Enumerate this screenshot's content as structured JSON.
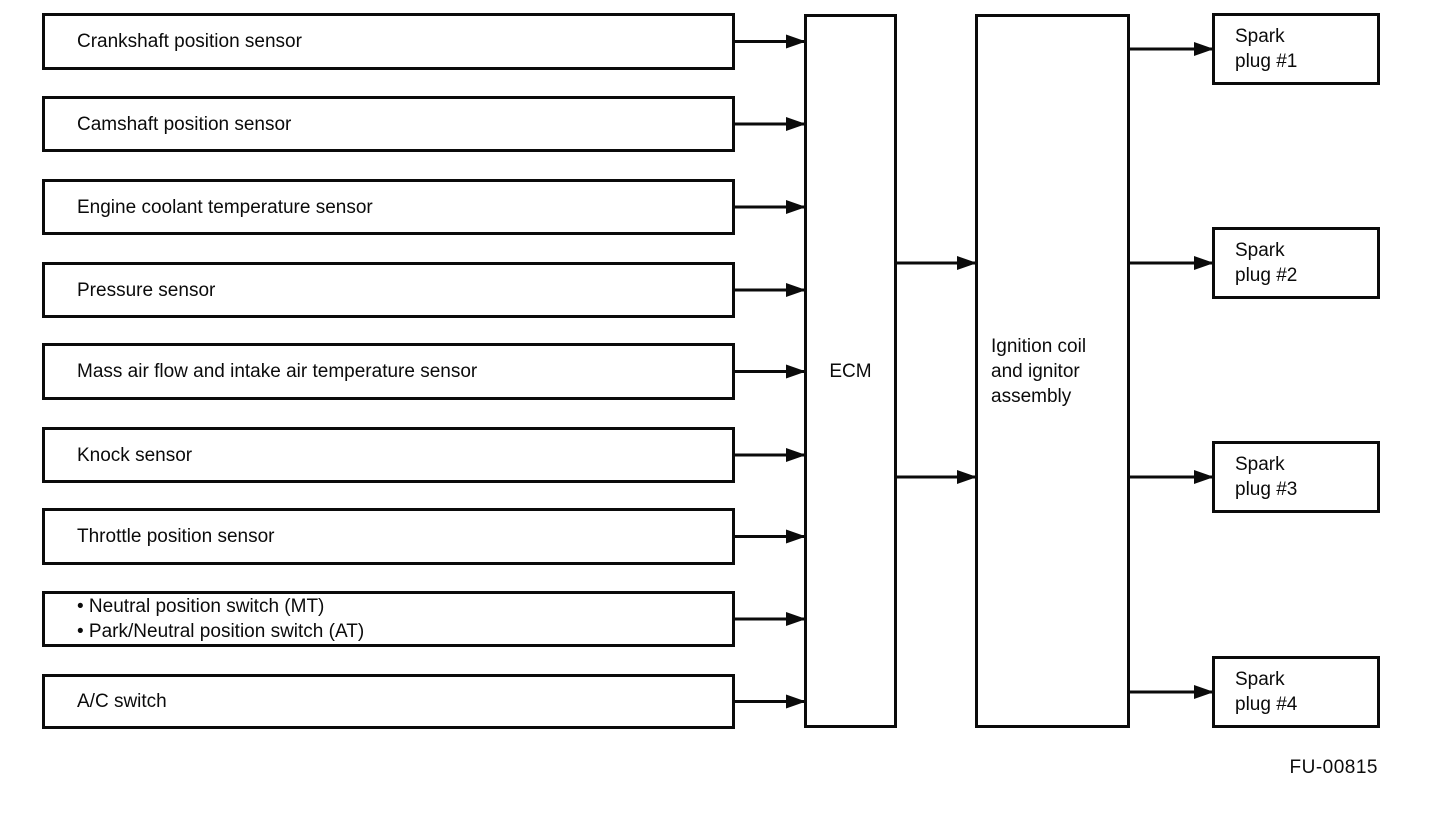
{
  "diagram": {
    "sensors": [
      {
        "label": "Crankshaft position sensor"
      },
      {
        "label": "Camshaft position sensor"
      },
      {
        "label": "Engine coolant temperature sensor"
      },
      {
        "label": "Pressure sensor"
      },
      {
        "label": "Mass air flow and intake air temperature sensor"
      },
      {
        "label": "Knock sensor"
      },
      {
        "label": "Throttle position sensor"
      },
      {
        "label": "• Neutral position switch (MT)\n• Park/Neutral position switch (AT)"
      },
      {
        "label": "A/C switch"
      }
    ],
    "ecm": {
      "label": "ECM"
    },
    "ignition_assembly": {
      "label": "Ignition coil\nand ignitor\nassembly"
    },
    "spark_plugs": [
      {
        "label": "Spark\nplug #1"
      },
      {
        "label": "Spark\nplug #2"
      },
      {
        "label": "Spark\nplug #3"
      },
      {
        "label": "Spark\nplug #4"
      }
    ],
    "figure_code": "FU-00815",
    "colors": {
      "line": "#0b0b0b",
      "background": "#ffffff"
    },
    "edges": [
      {
        "from": "Crankshaft position sensor",
        "to": "ECM"
      },
      {
        "from": "Camshaft position sensor",
        "to": "ECM"
      },
      {
        "from": "Engine coolant temperature sensor",
        "to": "ECM"
      },
      {
        "from": "Pressure sensor",
        "to": "ECM"
      },
      {
        "from": "Mass air flow and intake air temperature sensor",
        "to": "ECM"
      },
      {
        "from": "Knock sensor",
        "to": "ECM"
      },
      {
        "from": "Throttle position sensor",
        "to": "ECM"
      },
      {
        "from": "Neutral position switch (MT) / Park/Neutral position switch (AT)",
        "to": "ECM"
      },
      {
        "from": "A/C switch",
        "to": "ECM"
      },
      {
        "from": "ECM",
        "to": "Ignition coil and ignitor assembly"
      },
      {
        "from": "ECM",
        "to": "Ignition coil and ignitor assembly"
      },
      {
        "from": "Ignition coil and ignitor assembly",
        "to": "Spark plug #1"
      },
      {
        "from": "Ignition coil and ignitor assembly",
        "to": "Spark plug #2"
      },
      {
        "from": "Ignition coil and ignitor assembly",
        "to": "Spark plug #3"
      },
      {
        "from": "Ignition coil and ignitor assembly",
        "to": "Spark plug #4"
      }
    ]
  }
}
